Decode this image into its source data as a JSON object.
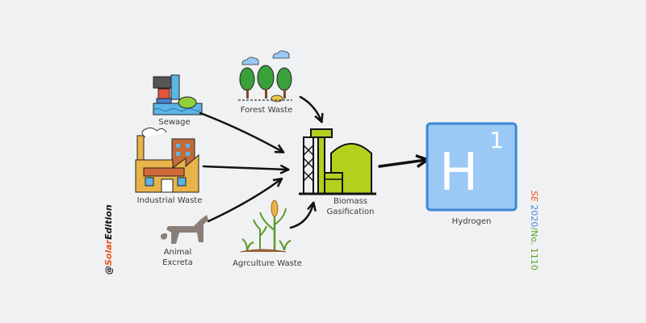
{
  "labels": {
    "sewage": "Sewage",
    "industrial": "Industrial Waste",
    "animal_line1": "Animal",
    "animal_line2": "Excreta",
    "forest": "Forest Waste",
    "agriculture": "Agrculture Waste",
    "biomass_line1": "Biomass",
    "biomass_line2": "Gasification",
    "hydrogen": "Hydrogen"
  },
  "hydrogen_symbol": {
    "letter": "H",
    "number": "1"
  },
  "branding": {
    "at": "@",
    "solar": "Solar",
    "edition": "Edition",
    "se": "SE",
    "year": "2020",
    "no": "/No. 1110"
  },
  "colors": {
    "background": "#f0f1f3",
    "hydrogen_fill": "#9ac9f5",
    "hydrogen_stroke": "#3f86d6",
    "plant_green": "#b5cf1f",
    "brand_orange": "#e8561f",
    "serial_orange": "#e8561f",
    "serial_blue": "#3f86d6",
    "serial_green": "#5aa21f"
  }
}
